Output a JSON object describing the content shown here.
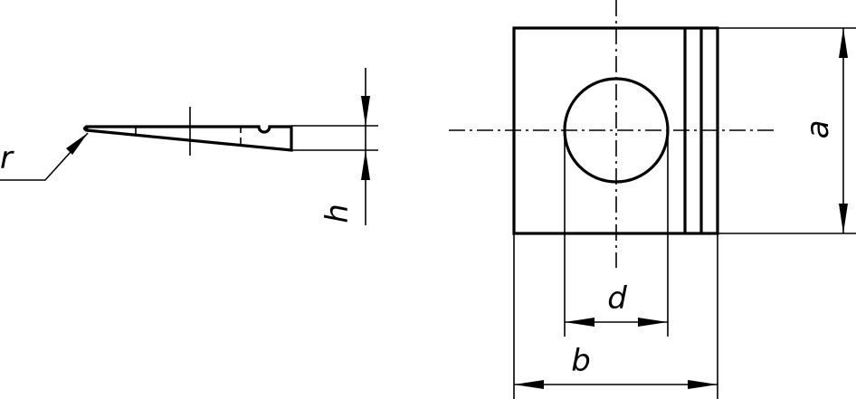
{
  "labels": {
    "r": "r",
    "h": "h",
    "a": "a",
    "d": "d",
    "b": "b"
  }
}
